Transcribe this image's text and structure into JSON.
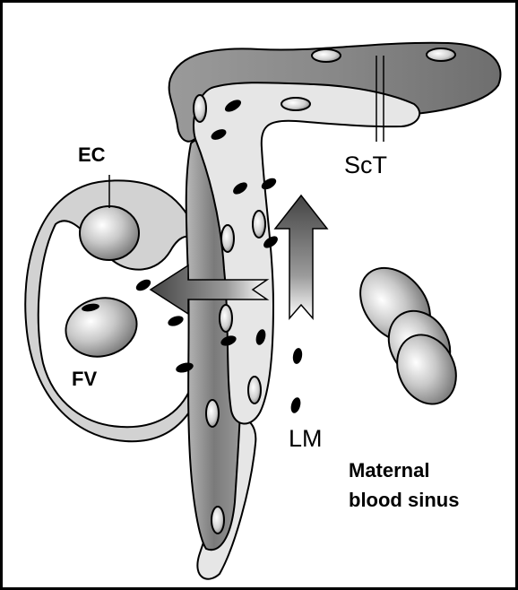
{
  "labels": {
    "ec": "EC",
    "fv": "FV",
    "sct": "ScT",
    "lm": "LM",
    "maternal_line1": "Maternal",
    "maternal_line2": "blood sinus"
  },
  "colors": {
    "frame": "#000000",
    "background": "#ffffff",
    "dark_layer": "#7a7a7a",
    "light_layer": "#e6e6e6",
    "vessel_wall": "#d4d4d4",
    "cell_highlight": "#ffffff",
    "cell_shadow": "#555555",
    "particle": "#000000"
  }
}
